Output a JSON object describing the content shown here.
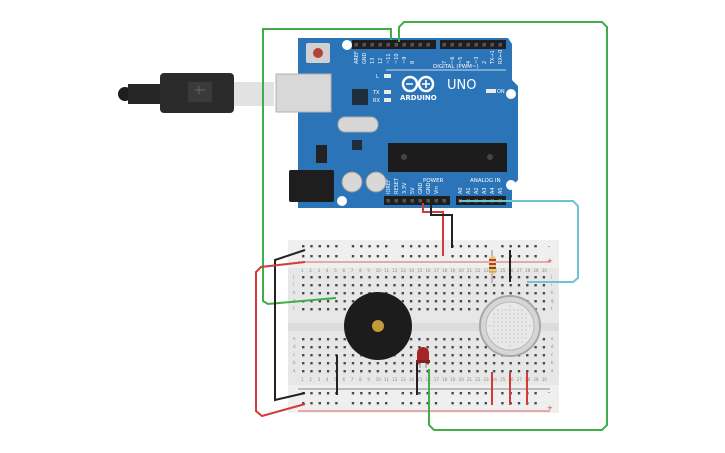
{
  "board": {
    "brand": "ARDUINO",
    "model": "UNO",
    "digital_label": "DIGITAL (PWM~)",
    "analog_label": "ANALOG IN",
    "power_label": "POWER",
    "led_l": "L",
    "led_tx": "TX",
    "led_rx": "RX",
    "led_on": "ON",
    "digital_pins": [
      "AREF",
      "GND",
      "13",
      "12",
      "~11",
      "~10",
      "~9",
      "8",
      "7",
      "~6",
      "~5",
      "4",
      "~3",
      "2",
      "TX→1",
      "RX←0"
    ],
    "power_pins": [
      "IOREF",
      "RESET",
      "3.3V",
      "5V",
      "GND",
      "GND",
      "Vin"
    ],
    "analog_pins": [
      "A0",
      "A1",
      "A2",
      "A3",
      "A4",
      "A5"
    ]
  },
  "breadboard": {
    "row_letters_top": [
      "j",
      "i",
      "h",
      "g",
      "f"
    ],
    "row_letters_bottom": [
      "e",
      "d",
      "c",
      "b",
      "a"
    ],
    "plus": "+",
    "minus": "-"
  },
  "colors": {
    "board": "#2b74b7",
    "wire_green": "#3fae49",
    "wire_red": "#d43a3a",
    "wire_black": "#222222",
    "wire_cyan": "#6dc4d2"
  }
}
